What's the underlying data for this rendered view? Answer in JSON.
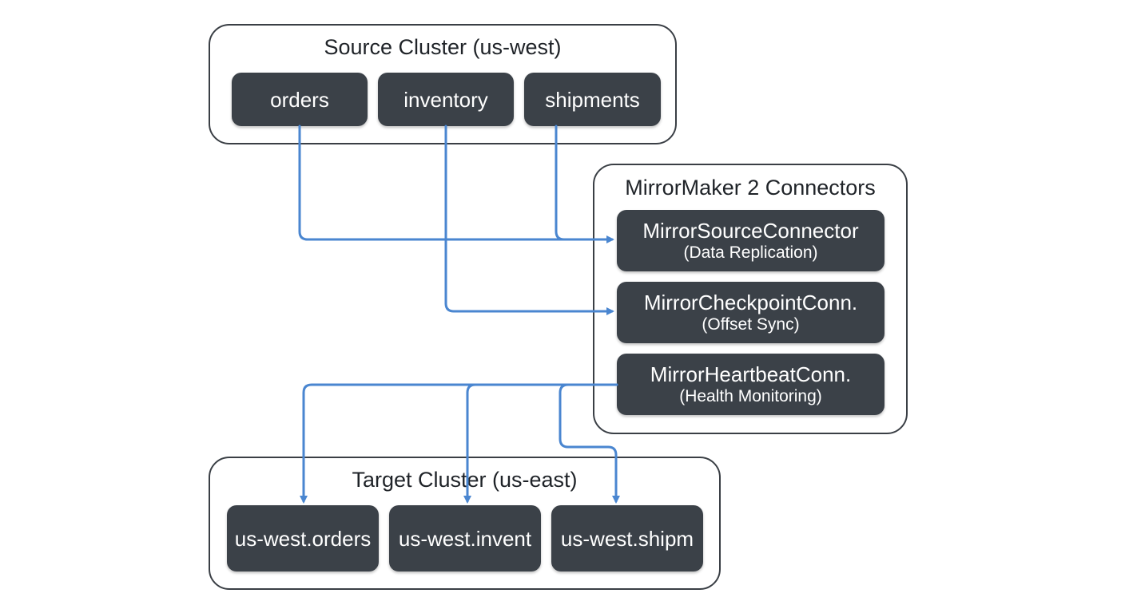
{
  "source_cluster": {
    "title": "Source Cluster (us-west)",
    "topics": [
      "orders",
      "inventory",
      "shipments"
    ]
  },
  "connectors": {
    "title": "MirrorMaker 2 Connectors",
    "items": [
      {
        "name": "MirrorSourceConnector",
        "desc": "(Data Replication)"
      },
      {
        "name": "MirrorCheckpointConn.",
        "desc": "(Offset Sync)"
      },
      {
        "name": "MirrorHeartbeatConn.",
        "desc": "(Health Monitoring)"
      }
    ]
  },
  "target_cluster": {
    "title": "Target Cluster (us-east)",
    "topics": [
      "us-west.orders",
      "us-west.invent",
      "us-west.shipm"
    ]
  },
  "colors": {
    "edge": "#4a86d0",
    "node": "#3b4148",
    "border": "#3a3f45"
  }
}
